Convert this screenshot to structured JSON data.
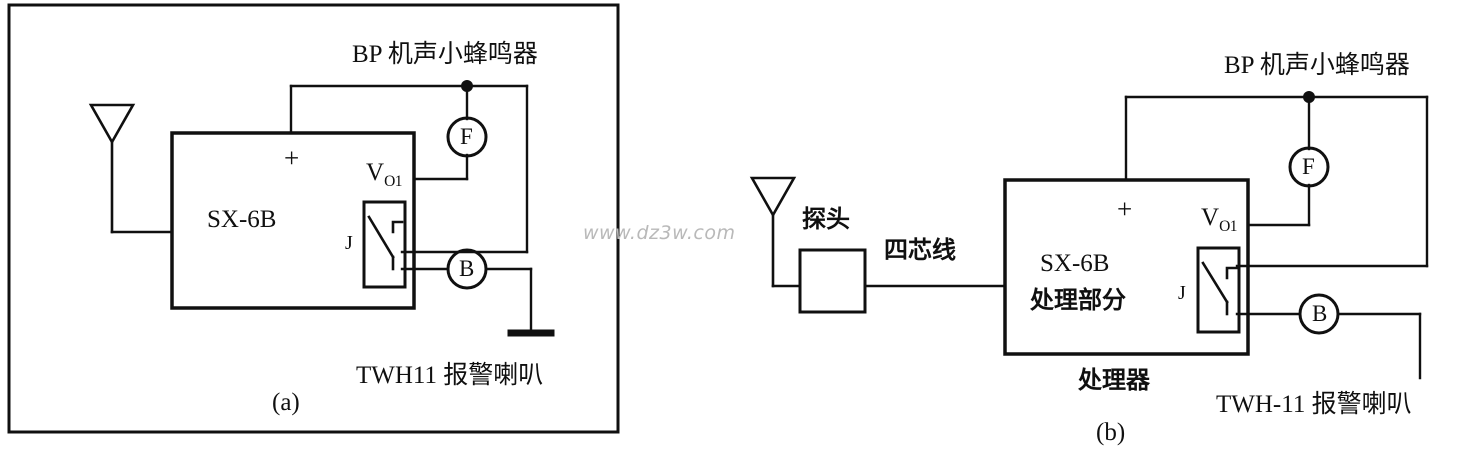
{
  "figure": {
    "watermark": "www.dz3w.com",
    "panel_a": {
      "caption": "(a)",
      "buzzer_label": "BP 机声小蜂鸣器",
      "horn_label": "TWH11 报警喇叭",
      "unit_name": "SX-6B",
      "plus_terminal": "+",
      "output_terminal_main": "V",
      "output_terminal_sub": "O1",
      "relay_label": "J",
      "node_f": "F",
      "node_b": "B",
      "antenna": "antenna-symbol",
      "ground": "ground-symbol"
    },
    "panel_b": {
      "caption": "(b)",
      "buzzer_label": "BP 机声小蜂鸣器",
      "horn_label": "TWH-11 报警喇叭",
      "probe_label": "探头",
      "cable_label": "四芯线",
      "unit_name_line1": "SX-6B",
      "unit_name_line2": "处理部分",
      "processor_label": "处理器",
      "plus_terminal": "+",
      "output_terminal_main": "V",
      "output_terminal_sub": "O1",
      "relay_label": "J",
      "node_f": "F",
      "node_b": "B",
      "antenna": "antenna-symbol"
    }
  },
  "colors": {
    "ink": "#101010",
    "paper": "#ffffff",
    "watermark": "#b9b9b9"
  }
}
